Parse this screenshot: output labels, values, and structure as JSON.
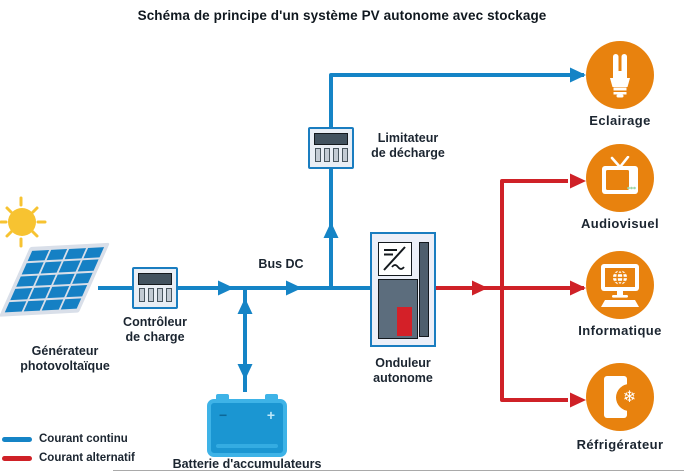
{
  "title": "Schéma de principe d'un système PV autonome avec stockage",
  "colors": {
    "dc_blue": "#1584c6",
    "ac_red": "#cf2127",
    "orange": "#e8820e",
    "sun_yellow": "#f7c331",
    "panel_cell": "#1580c4",
    "panel_frame": "#d9dfe9",
    "battery_fill": "#1b96d2",
    "battery_border": "#3eb3e7",
    "device_border": "#1a7dc0",
    "device_bg": "#e9eef5",
    "screen_dark": "#42525f",
    "red_block": "#d42028",
    "text_dark": "#1b2530"
  },
  "nodes": {
    "pv_generator": {
      "label": "Générateur\nphotovoltaïque"
    },
    "charge_controller": {
      "label": "Contrôleur\nde charge"
    },
    "bus": {
      "label": "Bus DC"
    },
    "discharge_limiter": {
      "label": "Limitateur\nde décharge"
    },
    "inverter": {
      "label": "Onduleur\nautonome"
    },
    "battery": {
      "label": "Batterie d'accumulateurs",
      "minus": "−",
      "plus": "+"
    }
  },
  "loads": [
    {
      "label": "Eclairage",
      "icon": "cfl-bulb-icon",
      "current": "dc"
    },
    {
      "label": "Audiovisuel",
      "icon": "tv-icon",
      "current": "ac"
    },
    {
      "label": "Informatique",
      "icon": "computer-icon",
      "current": "ac"
    },
    {
      "label": "Réfrigérateur",
      "icon": "fridge-icon",
      "current": "ac"
    }
  ],
  "icons": {
    "snowflake": "❄"
  },
  "legend": [
    {
      "label": "Courant continu",
      "color": "#1584c6"
    },
    {
      "label": "Courant alternatif",
      "color": "#cf2127"
    }
  ]
}
